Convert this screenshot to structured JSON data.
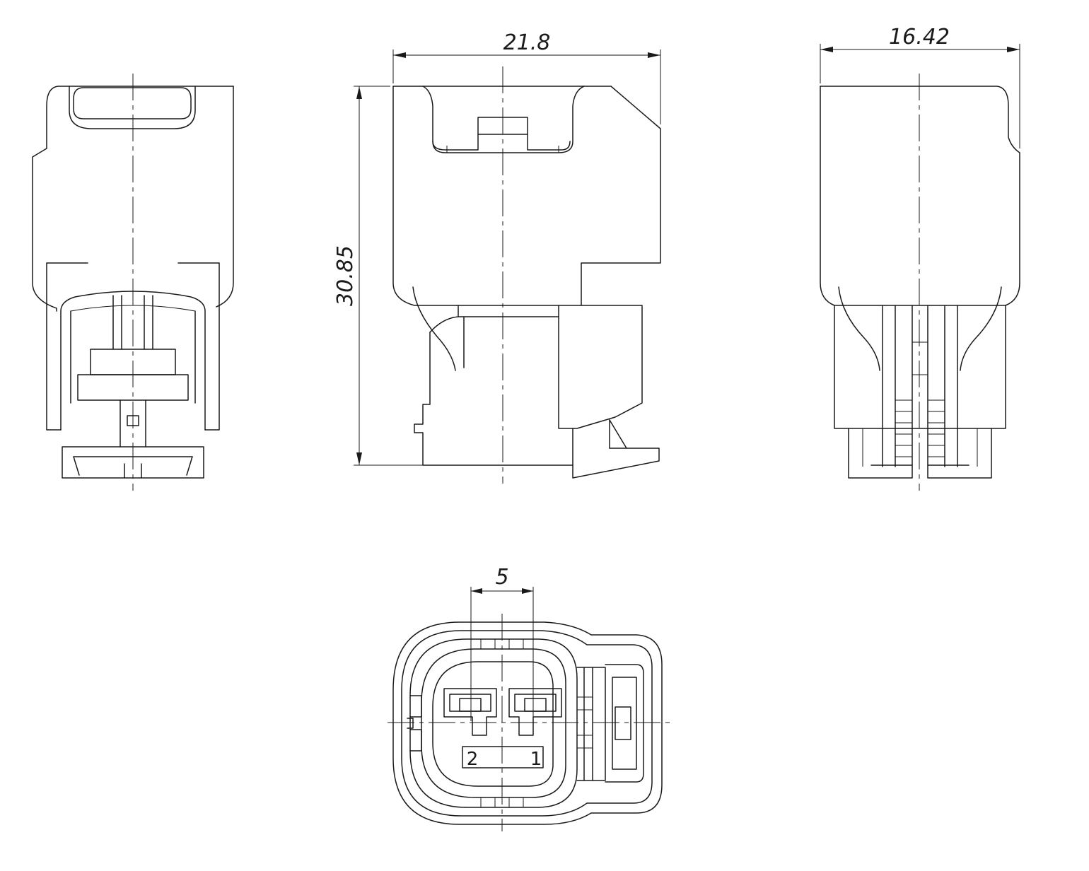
{
  "dimensions": {
    "width": "21.8",
    "depth": "16.42",
    "height": "30.85",
    "pitch": "5"
  },
  "pins": {
    "left": "2",
    "right": "1"
  }
}
